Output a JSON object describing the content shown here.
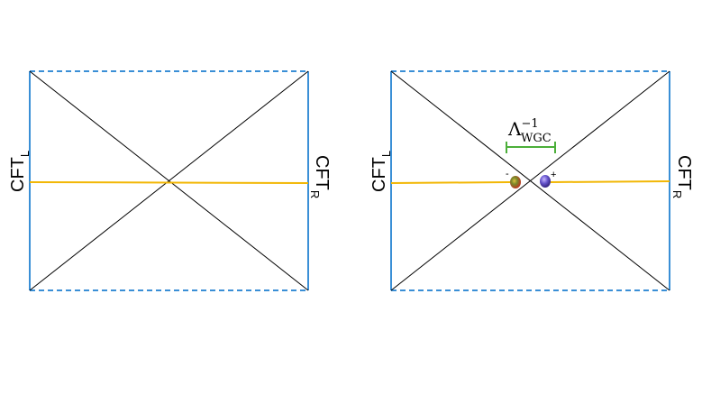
{
  "colors": {
    "boundary_solid": "#3a8fd6",
    "boundary_dashed": "#3a8fd6",
    "diagonal": "#000000",
    "time_slice": "#f2b705",
    "wgc_bracket": "#4caf3a",
    "particle_minus": "#7a6b1d",
    "particle_plus": "#6655cc"
  },
  "left_diagram": {
    "cft_left": {
      "base": "CFT",
      "sub": "L"
    },
    "cft_right": {
      "base": "CFT",
      "sub": "R"
    }
  },
  "right_diagram": {
    "cft_left": {
      "base": "CFT",
      "sub": "L"
    },
    "cft_right": {
      "base": "CFT",
      "sub": "R"
    },
    "wgc_label": {
      "base": "Λ",
      "sup": "−1",
      "sub": "WGC"
    },
    "minus_sign": "-",
    "plus_sign": "+"
  }
}
